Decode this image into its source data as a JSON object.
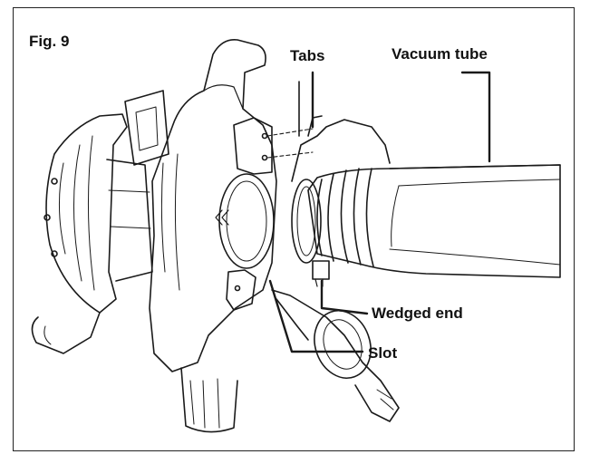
{
  "figure": {
    "label": "Fig. 9"
  },
  "callouts": {
    "tabs": "Tabs",
    "vacuum_tube": "Vacuum tube",
    "wedged_end": "Wedged end",
    "slot": "Slot"
  }
}
